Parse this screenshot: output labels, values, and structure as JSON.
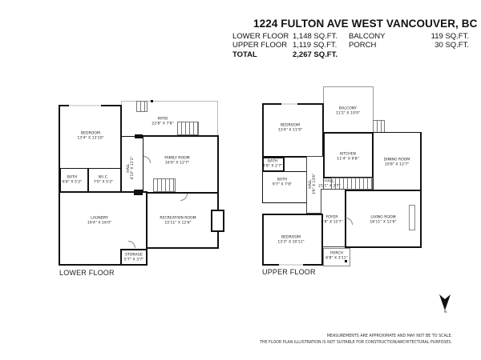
{
  "header": {
    "title": "1224 FULTON AVE WEST VANCOUVER, BC",
    "areas": [
      {
        "label": "LOWER FLOOR",
        "value": "1,148 SQ.FT.",
        "label2": "BALCONY",
        "value2": "119 SQ.FT."
      },
      {
        "label": "UPPER FLOOR",
        "value": "1,119 SQ.FT.",
        "label2": "PORCH",
        "value2": "30 SQ.FT."
      },
      {
        "label": "TOTAL",
        "value": "2,267 SQ.FT.",
        "label2": "",
        "value2": ""
      }
    ]
  },
  "lower_floor": {
    "label": "LOWER FLOOR",
    "rooms": {
      "bedroom": {
        "name": "BEDROOM",
        "dims": "13'4\" X 13'10\""
      },
      "patio": {
        "name": "PATIO",
        "dims": "22'8\" X 7'8\""
      },
      "family": {
        "name": "FAMILY ROOM",
        "dims": "16'9\" X 12'7\""
      },
      "hall": {
        "name": "HALL",
        "dims": "4'10\" X 12'2\""
      },
      "bath": {
        "name": "BATH",
        "dims": "6'8\" X 5'2\""
      },
      "wic": {
        "name": "W.I.C.",
        "dims": "7'0\" X 5'2\""
      },
      "laundry": {
        "name": "LAUNDRY",
        "dims": "19'4\" X 16'0\""
      },
      "recreation": {
        "name": "RECREATION ROOM",
        "dims": "15'11\" X 12'6\""
      },
      "storage": {
        "name": "STORAGE",
        "dims": "5'7\" X 3'7\""
      }
    }
  },
  "upper_floor": {
    "label": "UPPER FLOOR",
    "rooms": {
      "bedroom1": {
        "name": "BEDROOM",
        "dims": "13'4\" X 11'9\""
      },
      "balcony": {
        "name": "BALCONY",
        "dims": "11'2\" X 10'0\""
      },
      "kitchen": {
        "name": "KITCHEN",
        "dims": "11'4\" X 9'8\""
      },
      "dining": {
        "name": "DINING ROOM",
        "dims": "10'8\" X 12'7\""
      },
      "bath_small": {
        "name": "BATH",
        "dims": "4'8\" X 2'7\""
      },
      "bath": {
        "name": "BATH",
        "dims": "9'7\" X 7'8\""
      },
      "hall_v": {
        "name": "HALL",
        "dims": "3'6\" X 13'6\""
      },
      "hall_h": {
        "name": "HALL",
        "dims": "21'1\" X 2'7\""
      },
      "foyer": {
        "name": "FOYER",
        "dims": "4'8\" X 12'7\""
      },
      "living": {
        "name": "LIVING ROOM",
        "dims": "16'11\" X 12'6\""
      },
      "bedroom2": {
        "name": "BEDROOM",
        "dims": "13'3\" X 10'11\""
      },
      "porch": {
        "name": "PORCH",
        "dims": "6'8\" X 3'11\""
      }
    }
  },
  "compass": {
    "label": "N"
  },
  "disclaimer": {
    "line1": "MEASUREMENTS ARE APPROXIMATE AND MAY NOT BE TO SCALE.",
    "line2": "THE FLOOR PLAN ILLUSTRATION IS NOT SUITABLE FOR CONSTRUCTION/ARCHITECTURAL PURPOSES."
  }
}
